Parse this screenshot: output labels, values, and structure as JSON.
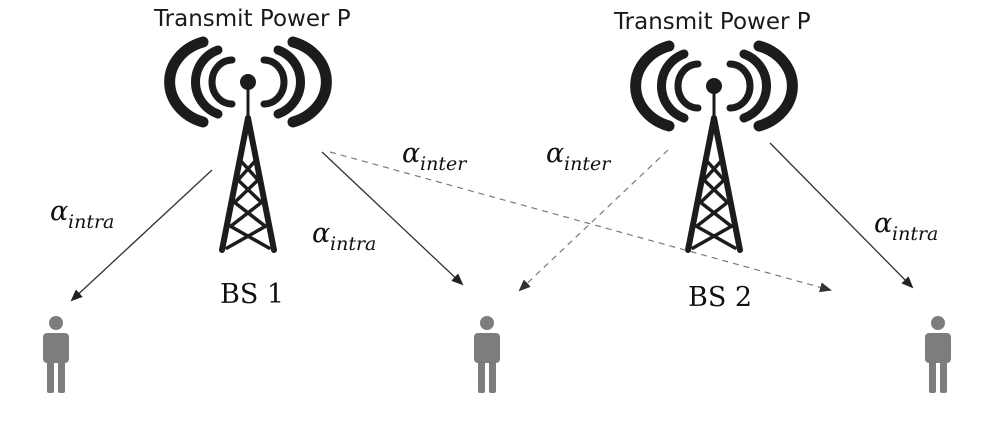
{
  "base_stations": [
    {
      "label": "BS 1",
      "power_label": "Transmit Power P"
    },
    {
      "label": "BS 2",
      "power_label": "Transmit Power P"
    }
  ],
  "links": {
    "bs1_user_left": {
      "symbol": "α",
      "subscript": "intra",
      "style": "solid"
    },
    "bs1_user_mid": {
      "symbol": "α",
      "subscript": "intra",
      "style": "solid"
    },
    "bs1_user_right": {
      "symbol": "α",
      "subscript": "inter",
      "style": "dashed"
    },
    "bs2_user_mid": {
      "symbol": "α",
      "subscript": "inter",
      "style": "dashed"
    },
    "bs2_user_right": {
      "symbol": "α",
      "subscript": "intra",
      "style": "solid"
    }
  },
  "colors": {
    "tower": "#1c1c1c",
    "user": "#7d7d7d",
    "solid_line": "#333333",
    "dashed_line": "#888888"
  },
  "icons": {
    "tower": "radio-tower-icon",
    "user": "person-icon"
  }
}
